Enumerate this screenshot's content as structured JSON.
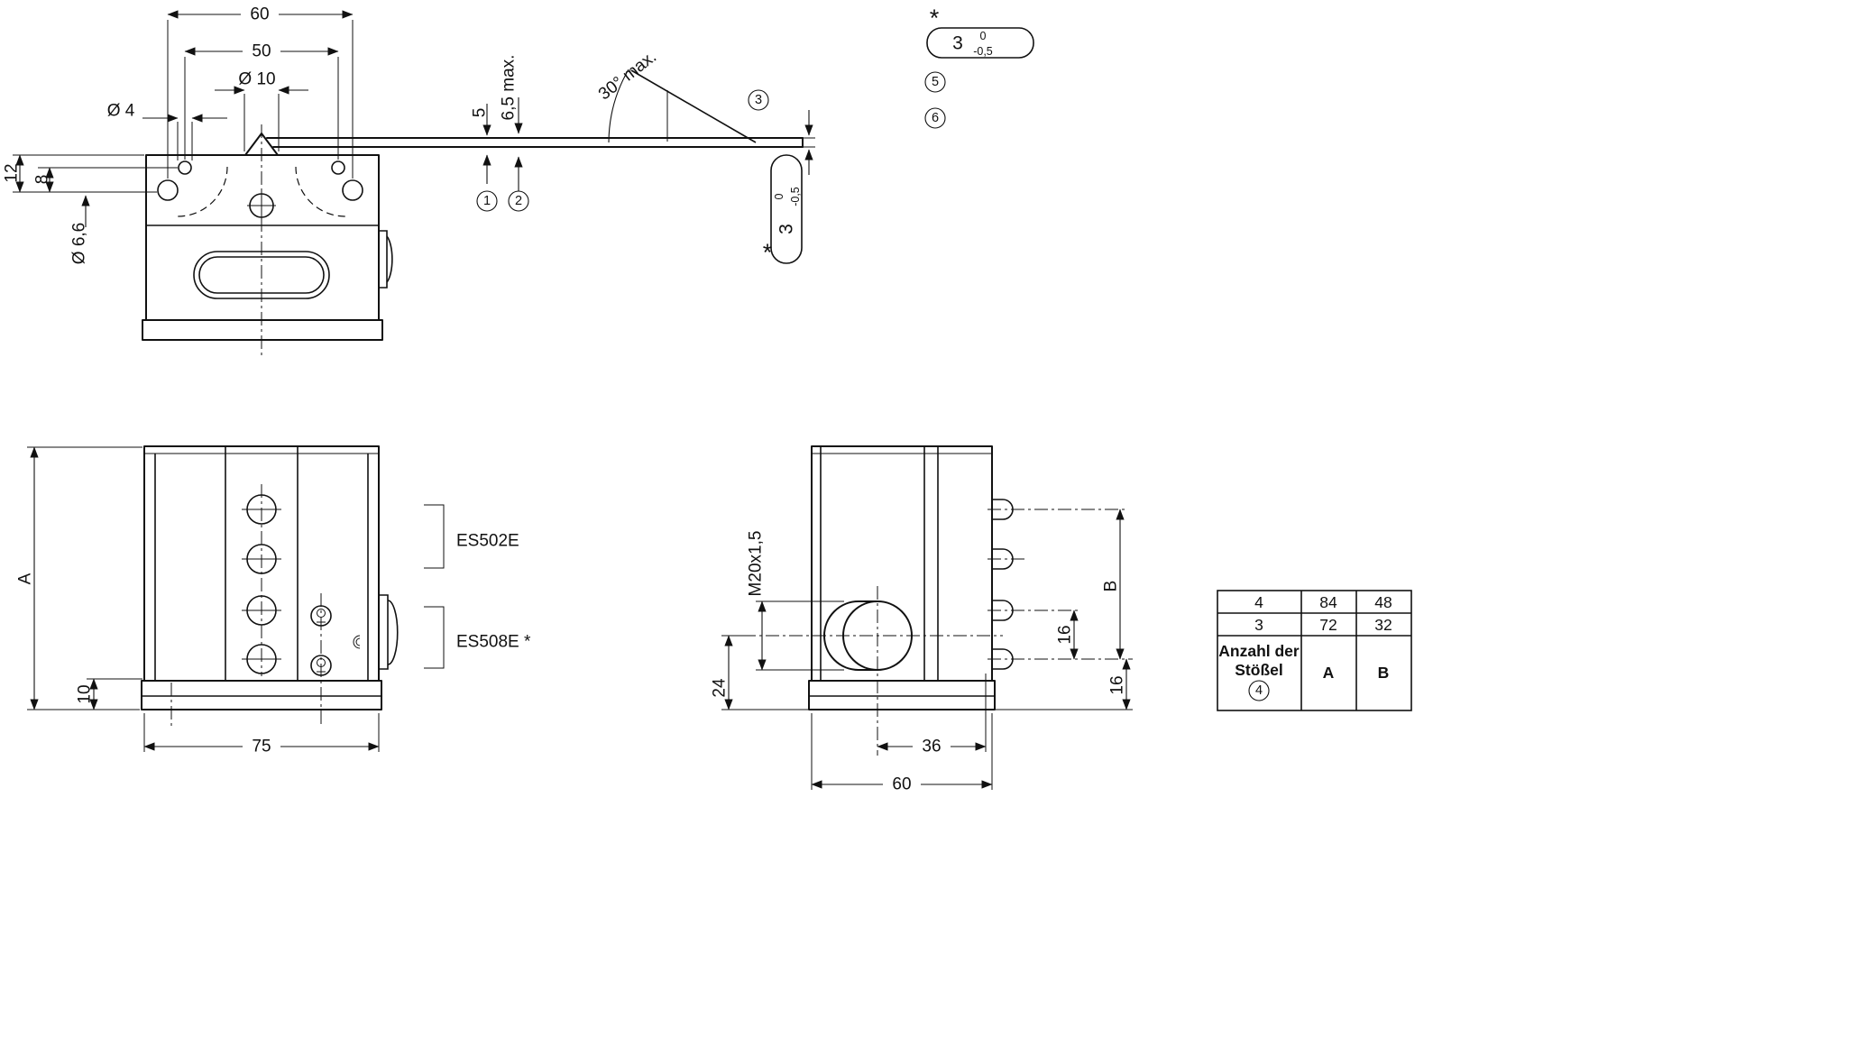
{
  "drawing": {
    "top_view": {
      "dim_60": "60",
      "dim_50": "50",
      "dim_dia10": "Ø 10",
      "dim_dia4": "Ø 4",
      "dim_12": "12",
      "dim_8": "8",
      "dim_dia66": "Ø 6,6",
      "dim_5": "5",
      "dim_65max": "6,5 max.",
      "dim_30max": "30° max.",
      "callout_1": "1",
      "callout_2": "2",
      "callout_3": "3",
      "callout_5": "5",
      "callout_6": "6",
      "asterisk": "*"
    },
    "tolerance_badge": {
      "nominal": "3",
      "upper": "0",
      "lower": "-0,5"
    },
    "front_view": {
      "dim_A": "A",
      "dim_10": "10",
      "dim_75": "75",
      "label_es502e": "ES502E",
      "label_es508e": "ES508E *"
    },
    "side_view": {
      "dim_thread": "M20x1,5",
      "dim_24": "24",
      "dim_36": "36",
      "dim_60": "60",
      "dim_16_mid": "16",
      "dim_16_bottom": "16",
      "dim_B": "B"
    },
    "table": {
      "rows": [
        {
          "plungers": "4",
          "a": "84",
          "b": "48"
        },
        {
          "plungers": "3",
          "a": "72",
          "b": "32"
        }
      ],
      "header": {
        "line1": "Anzahl der",
        "line2": "Stößel",
        "callout": "4",
        "col_a": "A",
        "col_b": "B"
      }
    }
  }
}
